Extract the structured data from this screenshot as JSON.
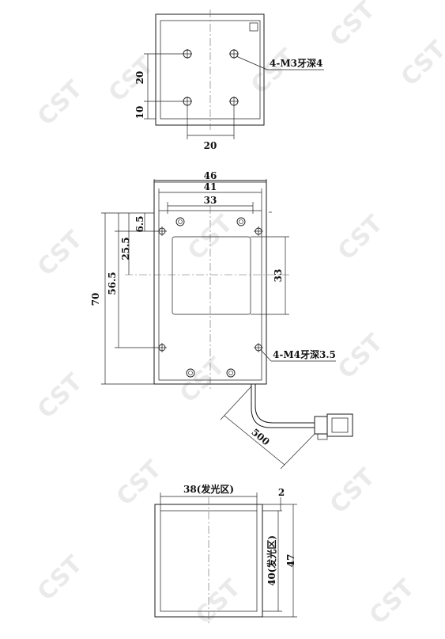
{
  "watermark": "CST",
  "top_view": {
    "callout": "4-M3牙深4",
    "dim_vertical_spacing": "20",
    "dim_edge_offset": "10",
    "dim_horizontal_spacing": "20"
  },
  "front_view": {
    "dim_width_outer": "46",
    "dim_width_mid": "41",
    "dim_hole_spacing": "33",
    "dim_top_offset": "6.5",
    "dim_center_offset": "25.5",
    "dim_hole_vertical": "56.5",
    "dim_height": "70",
    "dim_window": "33",
    "callout": "4-M4牙深3.5",
    "cable_length": "500"
  },
  "side_view": {
    "dim_emitting_width": "38(发光区)",
    "dim_wall": "2",
    "dim_emitting_height": "40(发光区)",
    "dim_height": "47"
  }
}
